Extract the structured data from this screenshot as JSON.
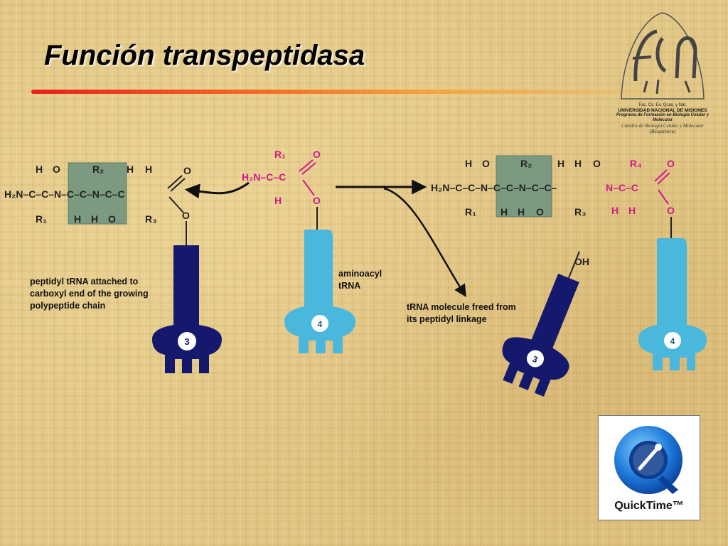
{
  "slide": {
    "title": "Función transpeptidasa"
  },
  "logo": {
    "line1": "Fac. Cs. Ex. Qcas. y Nat.",
    "line2": "UNIVERSIDAD NACIONAL DE MISIONES",
    "line3": "Programa de Formación en Biología Celular y Molecular",
    "line4": "Cátedra de Biología Celular y Molecular (Bioquímica)"
  },
  "diagram": {
    "trna_label_left": "3",
    "trna_label_mid": "4",
    "trna_label_free": "3",
    "trna_label_right": "4",
    "caption_peptidyl": [
      "peptidyl tRNA attached to",
      "carboxyl end of the growing",
      "polypeptide chain"
    ],
    "caption_aminoacyl": [
      "aminoacyl",
      "tRNA"
    ],
    "caption_freed": [
      "tRNA molecule freed from",
      "its peptidyl linkage"
    ],
    "oh_label": "OH",
    "colors": {
      "trna_dark": "#14196e",
      "trna_light": "#4ab7dc",
      "amino_magenta": "#d01a8a",
      "side_chain_box": "#7c9a80"
    }
  },
  "quicktime": {
    "label": "QuickTime™"
  }
}
